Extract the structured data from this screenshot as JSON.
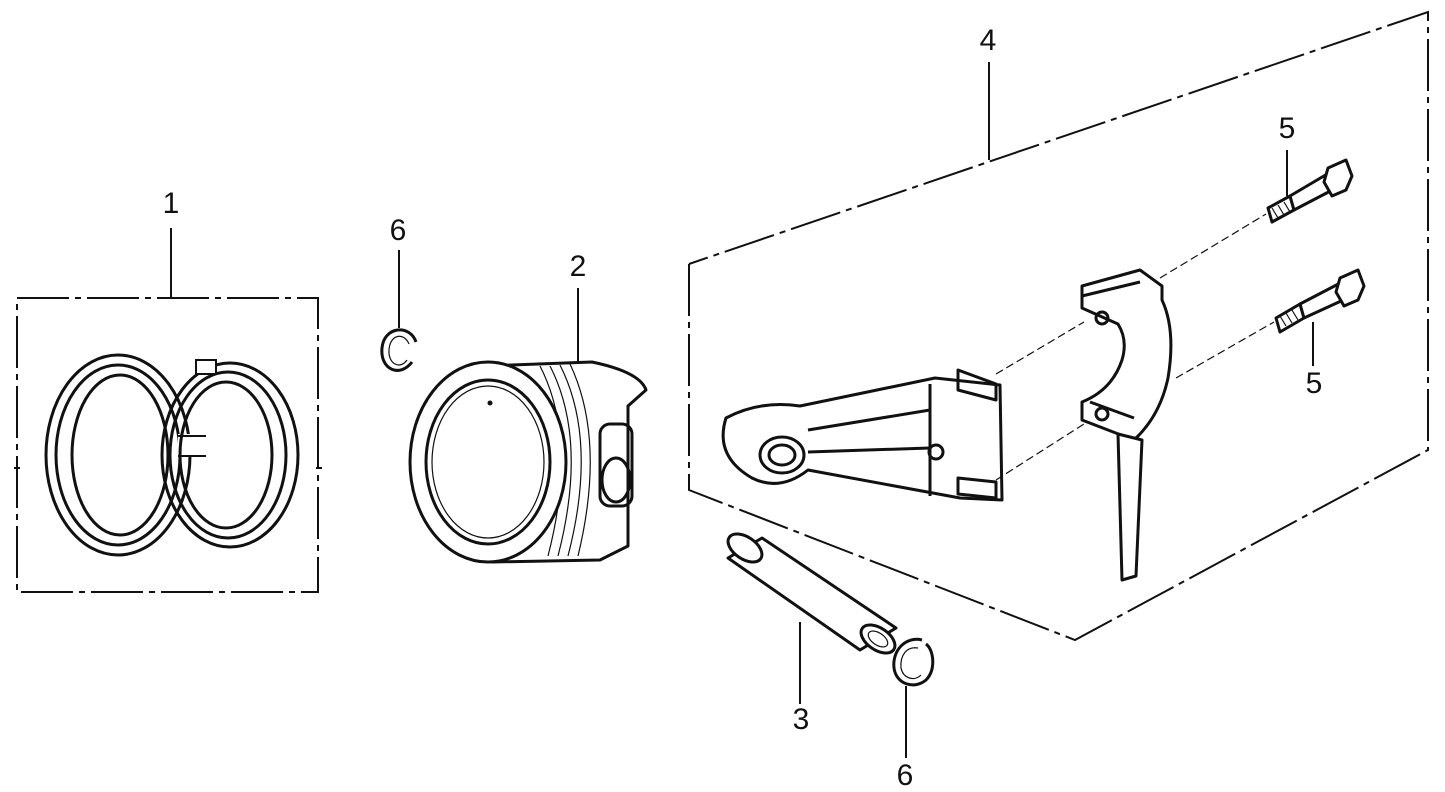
{
  "callouts": {
    "c1": "1",
    "c2": "2",
    "c3": "3",
    "c4": "4",
    "c5a": "5",
    "c5b": "5",
    "c6a": "6",
    "c6b": "6"
  }
}
